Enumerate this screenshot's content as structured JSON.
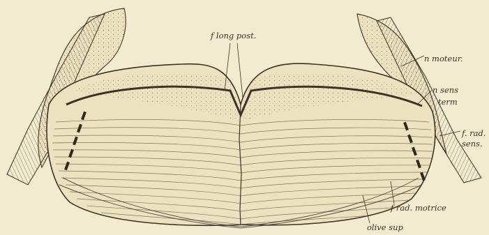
{
  "figure": {
    "labels": {
      "f_long_post": "f long post.",
      "n_moteur": "n moteur.",
      "n_sens_line1": "n sens",
      "n_sens_line2": "term",
      "f_rad_sens_line1": "f. rad.",
      "f_rad_sens_line2": "sens.",
      "f_rad_motrice": "f rad. motrice",
      "olive_sup": "olive sup"
    },
    "colors": {
      "paper": "#f3ebcf",
      "ink": "#3a3326",
      "tissue": "#ede2c0"
    }
  }
}
